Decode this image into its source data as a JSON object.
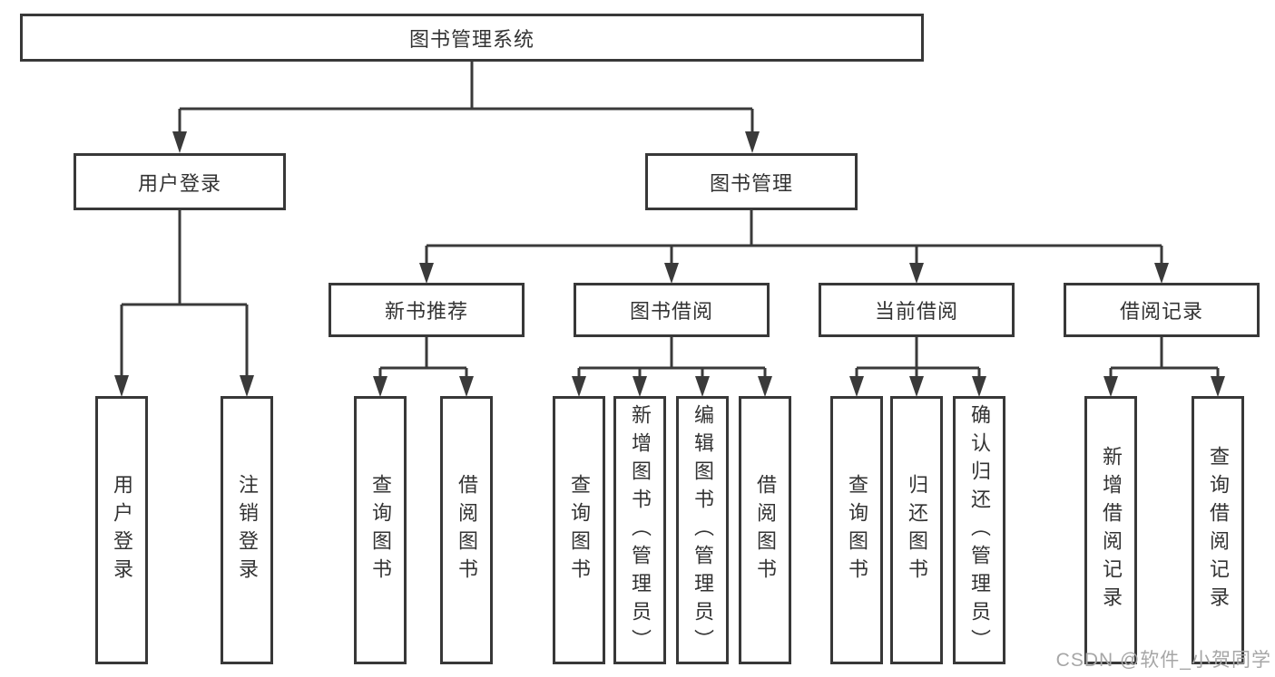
{
  "diagram": {
    "root": {
      "label": "图书管理系统"
    },
    "branches": [
      {
        "label": "用户登录",
        "children": [
          {
            "label": "用户登录"
          },
          {
            "label": "注销登录"
          }
        ]
      },
      {
        "label": "图书管理",
        "children": [
          {
            "label": "新书推荐",
            "children": [
              {
                "label": "查询图书"
              },
              {
                "label": "借阅图书"
              }
            ]
          },
          {
            "label": "图书借阅",
            "children": [
              {
                "label": "查询图书"
              },
              {
                "label": "新增图书（管理员）"
              },
              {
                "label": "编辑图书（管理员）"
              },
              {
                "label": "借阅图书"
              }
            ]
          },
          {
            "label": "当前借阅",
            "children": [
              {
                "label": "查询图书"
              },
              {
                "label": "归还图书"
              },
              {
                "label": "确认归还（管理员）"
              }
            ]
          },
          {
            "label": "借阅记录",
            "children": [
              {
                "label": "新增借阅记录"
              },
              {
                "label": "查询借阅记录"
              }
            ]
          }
        ]
      }
    ]
  },
  "watermark": "CSDN @软件_小贺同学",
  "colors": {
    "line": "#3a3a3a",
    "box_border": "#383838",
    "text": "#333333",
    "watermark": "#a6a6a6",
    "background": "#ffffff"
  }
}
